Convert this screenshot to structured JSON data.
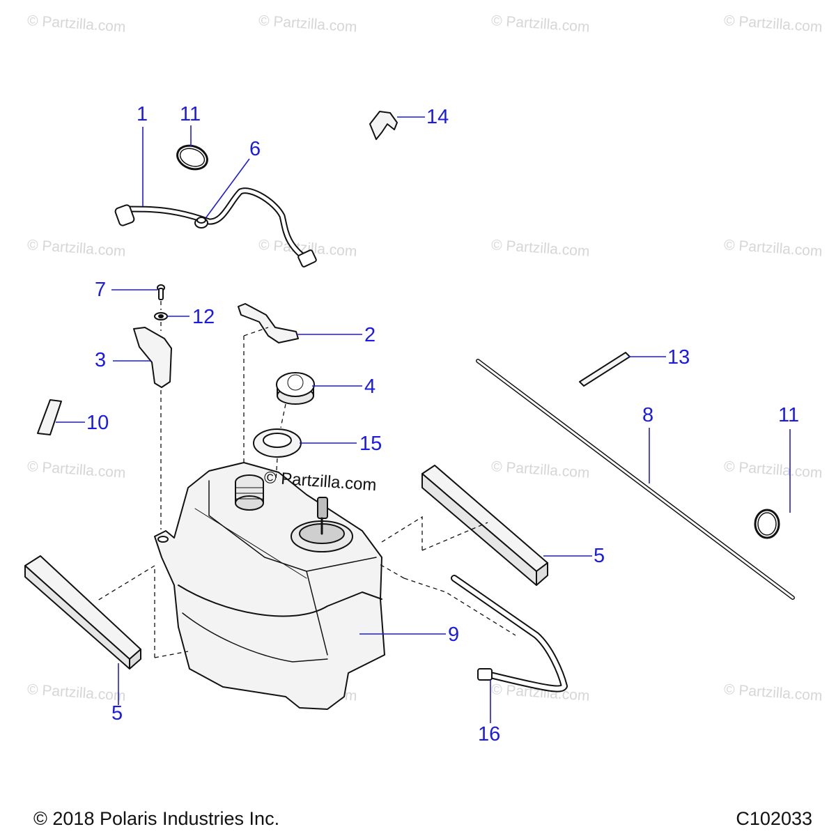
{
  "watermark": {
    "text": "© Partzilla.com",
    "center_text": "© Partzilla.com"
  },
  "callouts": {
    "c1": "1",
    "c2": "2",
    "c3": "3",
    "c4": "4",
    "c5a": "5",
    "c5b": "5",
    "c6": "6",
    "c7": "7",
    "c8": "8",
    "c9": "9",
    "c10": "10",
    "c11a": "11",
    "c11b": "11",
    "c12": "12",
    "c13": "13",
    "c14": "14",
    "c15": "15",
    "c16": "16"
  },
  "footer": {
    "copyright": "© 2018 Polaris Industries Inc.",
    "code": "C102033"
  },
  "colors": {
    "callout": "#1a1ae6",
    "line": "#1a1ae6",
    "part_stroke": "#111111",
    "watermark": "#d6d6d6"
  }
}
